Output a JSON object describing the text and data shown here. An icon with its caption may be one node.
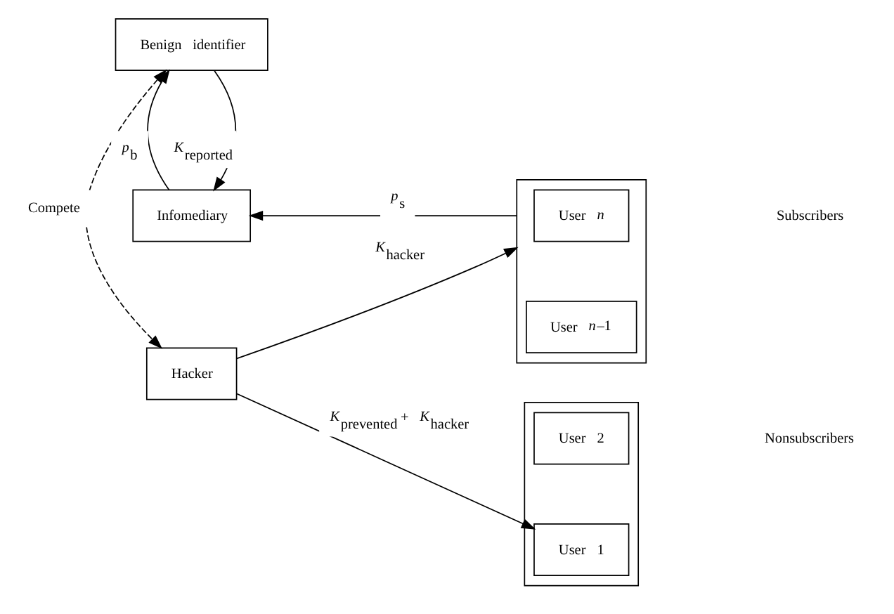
{
  "diagram": {
    "nodes": [
      {
        "text": [
          "Benign identifier"
        ]
      },
      {
        "text": [
          "Infomediary"
        ]
      },
      {
        "text": [
          "Hacker"
        ]
      },
      {
        "text": [],
        "shape": "box"
      },
      {
        "text": [
          "User *n*"
        ],
        "in": 3
      },
      {
        "text": [
          "User *n*–1"
        ],
        "in": 3
      },
      {
        "text": [],
        "shape": "box"
      },
      {
        "text": [
          "User 2"
        ],
        "in": 6
      },
      {
        "text": [
          "User 1"
        ],
        "in": 6
      }
    ],
    "edges": [
      {
        "from": 0,
        "to": 1,
        "arrow": "to",
        "label": "*K*$_{reported}$"
      },
      {
        "from": 1,
        "to": 0,
        "arrow": "to",
        "label": "*p*$_{b}$"
      },
      {
        "from": 3,
        "to": 1,
        "arrow": "to",
        "label": "*p*$_{s}$"
      },
      {
        "from": 0,
        "to": 2,
        "arrow": "both",
        "label": "Compete",
        "style": "dashed"
      },
      {
        "from": 2,
        "to": 3,
        "arrow": "to",
        "label": "*K*$_{hacker}$"
      },
      {
        "from": 2,
        "to": 8,
        "arrow": "to",
        "label": "*K*$_{prevented}$ + *K*$_{hacker}$"
      }
    ],
    "labels": [
      "Subscribers",
      "Nonsubscribers"
    ]
  }
}
